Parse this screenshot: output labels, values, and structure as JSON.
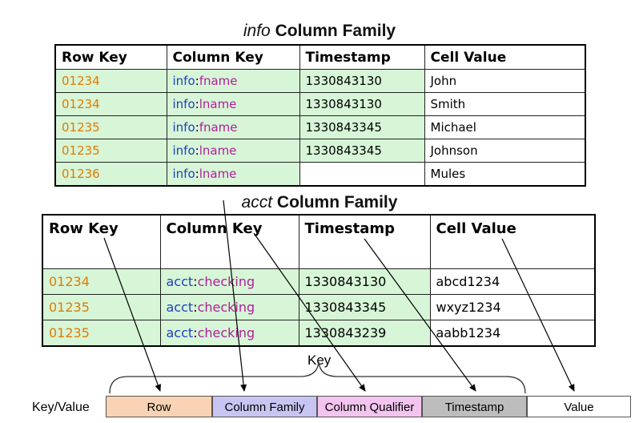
{
  "info_family": {
    "title_italic": "info",
    "title_bold": "Column Family",
    "headers": [
      "Row Key",
      "Column Key",
      "Timestamp",
      "Cell Value"
    ],
    "rows": [
      {
        "row_key": "01234",
        "family": "info",
        "sep": ":",
        "qualifier": "fname",
        "timestamp": "1330843130",
        "value": "John"
      },
      {
        "row_key": "01234",
        "family": "info",
        "sep": ":",
        "qualifier": "lname",
        "timestamp": "1330843130",
        "value": "Smith"
      },
      {
        "row_key": "01235",
        "family": "info",
        "sep": ":",
        "qualifier": "fname",
        "timestamp": "1330843345",
        "value": "Michael"
      },
      {
        "row_key": "01235",
        "family": "info",
        "sep": ":",
        "qualifier": "lname",
        "timestamp": "1330843345",
        "value": "Johnson"
      },
      {
        "row_key": "01236",
        "family": "info",
        "sep": ":",
        "qualifier": "lname",
        "timestamp": "",
        "value": "Mules"
      }
    ]
  },
  "acct_family": {
    "title_italic": "acct",
    "title_bold": "Column Family",
    "headers": [
      "Row Key",
      "Column Key",
      "Timestamp",
      "Cell Value"
    ],
    "rows": [
      {
        "row_key": "01234",
        "family": "acct",
        "sep": ":",
        "qualifier": "checking",
        "timestamp": "1330843130",
        "value": "abcd1234"
      },
      {
        "row_key": "01235",
        "family": "acct",
        "sep": ":",
        "qualifier": "checking",
        "timestamp": "1330843345",
        "value": "wxyz1234"
      },
      {
        "row_key": "01235",
        "family": "acct",
        "sep": ":",
        "qualifier": "checking",
        "timestamp": "1330843239",
        "value": "aabb1234"
      }
    ]
  },
  "key_label": "Key",
  "kv_label": "Key/Value",
  "segments": [
    {
      "label": "Row",
      "color": "#f9d3b3"
    },
    {
      "label": "Column Family",
      "color": "#c8c5f3"
    },
    {
      "label": "Column Qualifier",
      "color": "#f3c4ef"
    },
    {
      "label": "Timestamp",
      "color": "#bdbdbd"
    },
    {
      "label": "Value",
      "color": "#ffffff"
    }
  ]
}
